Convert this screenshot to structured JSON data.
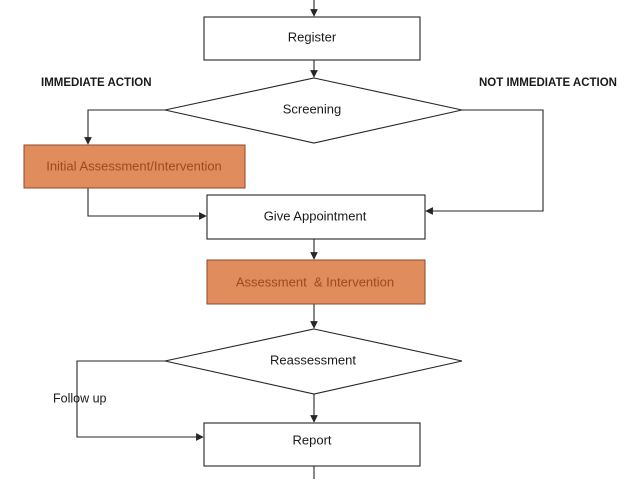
{
  "flowchart": {
    "nodes": {
      "register": "Register",
      "screening": "Screening",
      "initial_assessment": "Initial Assessment/Intervention",
      "give_appointment": "Give Appointment",
      "assessment_intervention": "Assessment  & Intervention",
      "reassessment": "Reassessment",
      "report": "Report"
    },
    "branch_labels": {
      "immediate": "IMMEDIATE ACTION",
      "not_immediate": "NOT IMMEDIATE ACTION",
      "follow_up": "Follow up"
    },
    "colors": {
      "highlight_fill": "#e18c5d",
      "highlight_text": "#a0481e",
      "stroke": "#262626"
    }
  }
}
